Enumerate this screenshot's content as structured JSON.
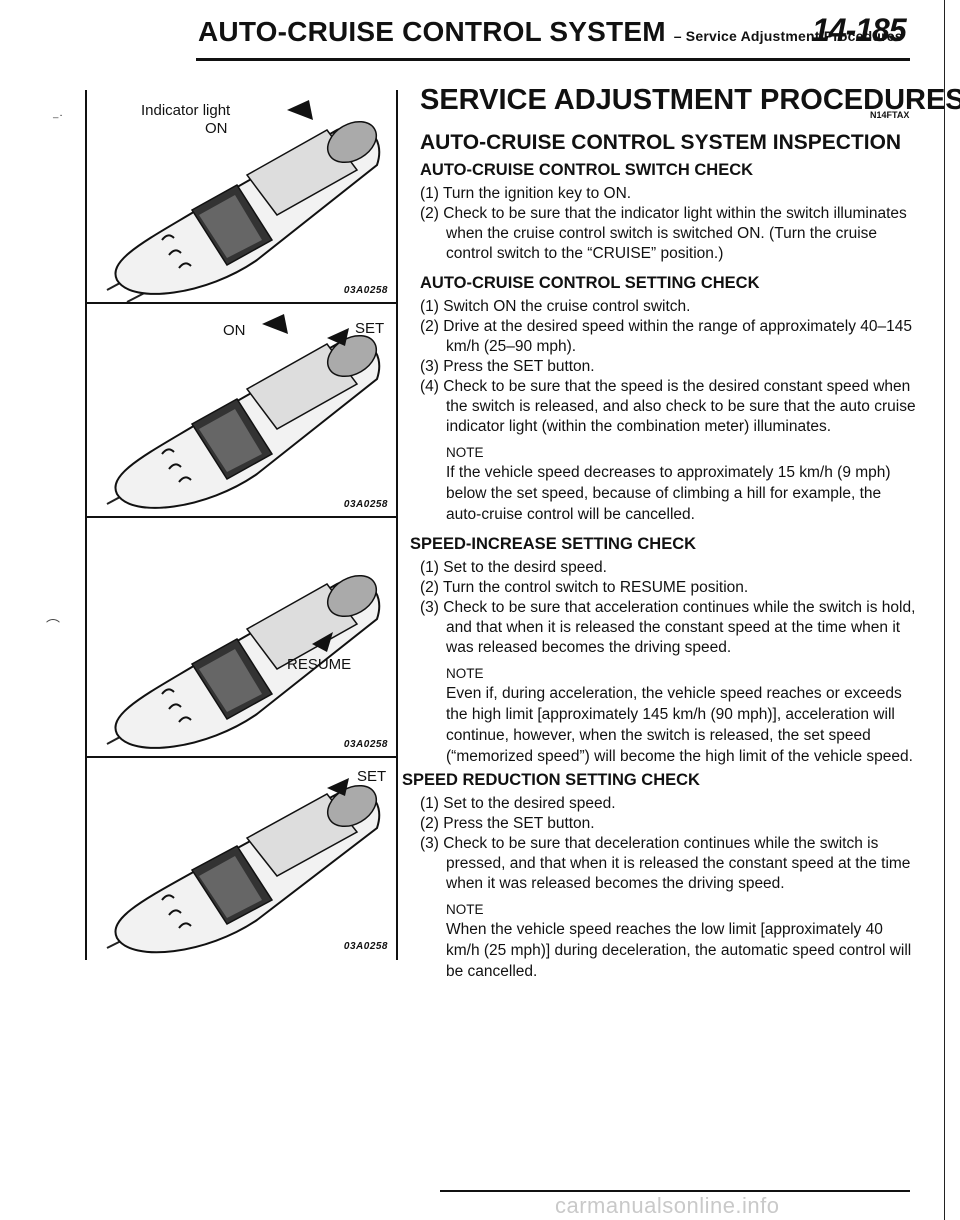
{
  "header": {
    "title": "AUTO-CRUISE CONTROL SYSTEM",
    "subtitle": "– Service Adjustment Procedures",
    "page_number": "14-185"
  },
  "watermark": "carmanualsonline.info",
  "figures": [
    {
      "labels": [
        "Indicator light",
        "ON"
      ],
      "code": "03A0258"
    },
    {
      "labels": [
        "ON",
        "SET"
      ],
      "code": "03A0258"
    },
    {
      "labels": [
        "RESUME"
      ],
      "code": "03A0258"
    },
    {
      "labels": [
        "SET"
      ],
      "code": "03A0258"
    }
  ],
  "content": {
    "section_title": "SERVICE ADJUSTMENT PROCEDURES",
    "section_code": "N14FTAX",
    "subsection_title": "AUTO-CRUISE CONTROL SYSTEM INSPECTION",
    "checks": [
      {
        "title": "AUTO-CRUISE CONTROL SWITCH CHECK",
        "steps": [
          "(1) Turn the ignition key to ON.",
          "(2) Check to be sure that the indicator light within the switch illuminates when the cruise control switch is switched ON. (Turn the cruise control switch to the “CRUISE” position.)"
        ]
      },
      {
        "title": "AUTO-CRUISE CONTROL SETTING CHECK",
        "steps": [
          "(1) Switch ON the cruise control switch.",
          "(2) Drive at the desired speed within the range of approximately 40–145 km/h (25–90 mph).",
          "(3) Press the SET button.",
          "(4) Check to be sure that the speed is the desired constant speed when the switch is released, and also check to be sure that the auto cruise indicator light (within the combination meter) illuminates."
        ],
        "note_label": "NOTE",
        "note": "If the vehicle speed decreases to approximately 15 km/h (9 mph) below the set speed, because of climbing a hill for example, the auto-cruise control will be cancelled."
      },
      {
        "title": "SPEED-INCREASE SETTING CHECK",
        "steps": [
          "(1) Set to the desird speed.",
          "(2) Turn the control switch to RESUME position.",
          "(3) Check to be sure that acceleration continues while the switch is hold, and that when it is released the constant speed at the time when it was released becomes the driving speed."
        ],
        "note_label": "NOTE",
        "note": "Even if, during acceleration, the vehicle speed reaches or exceeds the high limit [approximately 145 km/h (90 mph)], acceleration will continue, however, when the switch is released, the set speed (“memorized speed”) will become the high limit of the vehicle speed."
      },
      {
        "title": "SPEED REDUCTION SETTING CHECK",
        "steps": [
          "(1) Set to the desired speed.",
          "(2) Press the SET button.",
          "(3) Check to be sure that deceleration continues while the switch is pressed, and that when it is released the constant speed at the time when it was released becomes the driving speed."
        ],
        "note_label": "NOTE",
        "note": "When the vehicle speed reaches the low limit [approximately 40 km/h (25 mph)] during deceleration, the automatic speed control will be cancelled."
      }
    ]
  }
}
